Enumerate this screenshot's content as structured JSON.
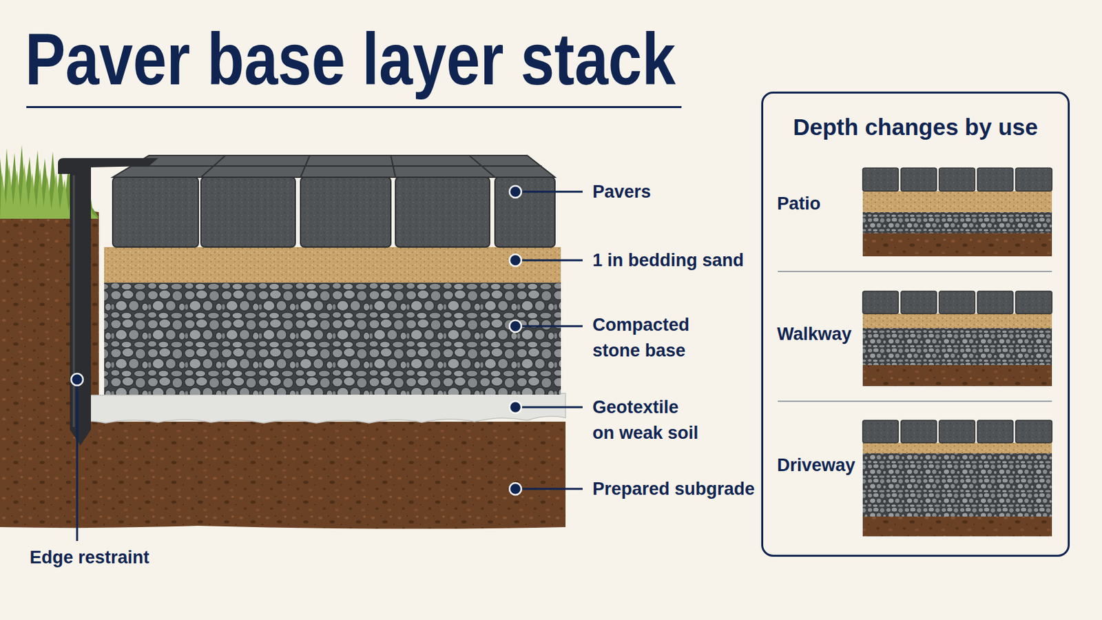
{
  "diagram": {
    "title": "Paver base layer stack",
    "nodes": [
      {
        "text": [
          "Depth changes by use",
          "Patio",
          "Walkway",
          "Driveway"
        ]
      }
    ],
    "labels": [
      "Pavers",
      "1 in bedding sand",
      "Compacted stone base",
      "Geotextile on weak soil",
      "Prepared subgrade",
      "Edge restraint"
    ]
  }
}
